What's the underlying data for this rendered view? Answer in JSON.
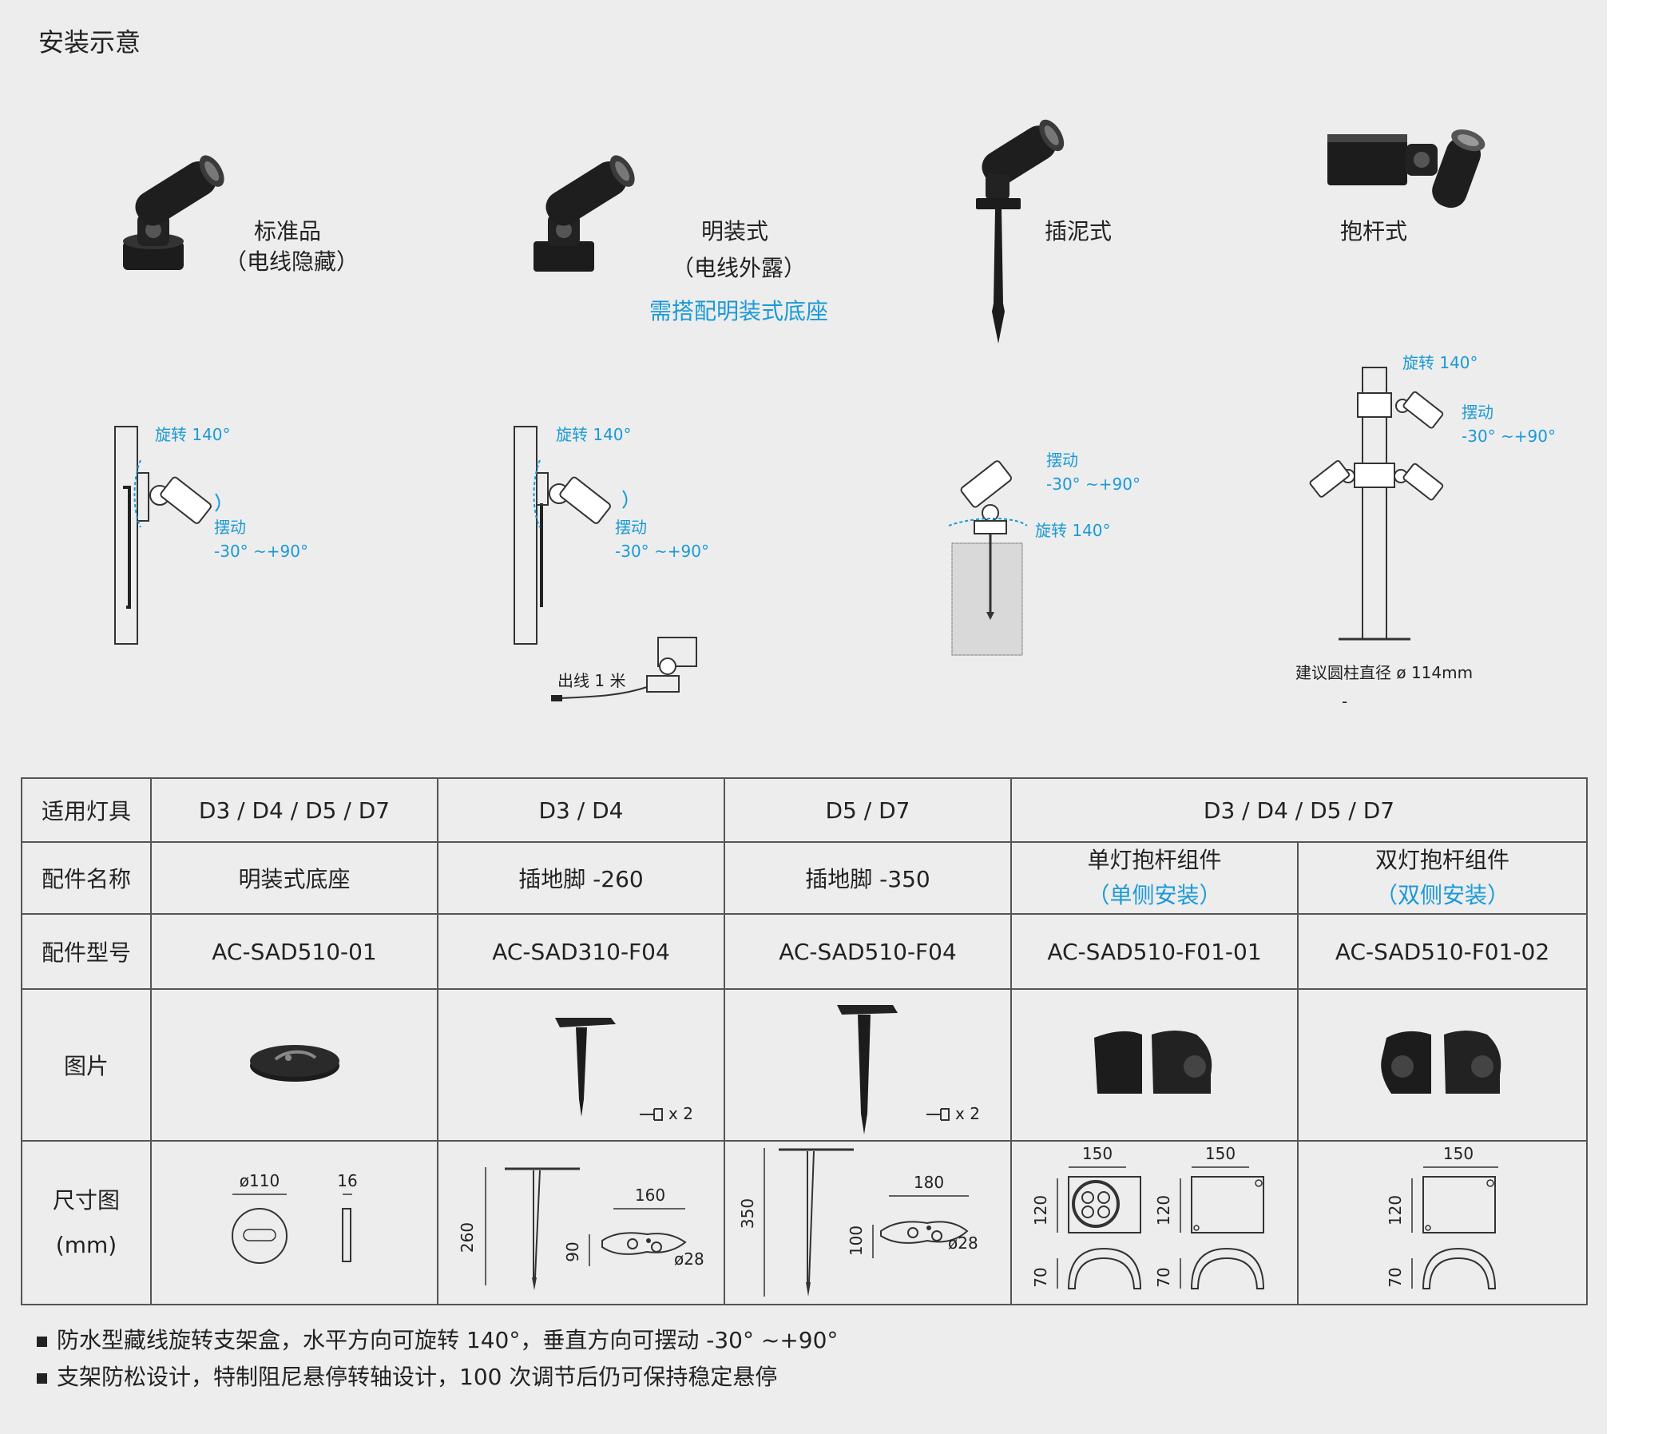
{
  "page_title": "安装示意",
  "products": [
    {
      "name": "标准品",
      "sub": "（电线隐藏）",
      "note": ""
    },
    {
      "name": "明装式",
      "sub": "（电线外露）",
      "note": "需搭配明装式底座"
    },
    {
      "name": "插泥式",
      "sub": "",
      "note": ""
    },
    {
      "name": "抱杆式",
      "sub": "",
      "note": ""
    }
  ],
  "diagram_labels": {
    "rotate": "旋转 140°",
    "swing": "摆动",
    "swing_range": "-30° ~+90°",
    "cable_out": "出线 1 米",
    "pole_dia": "建议圆柱直径 ø 114mm",
    "dash": "-"
  },
  "table": {
    "row_labels": [
      "适用灯具",
      "配件名称",
      "配件型号",
      "图片",
      "尺寸图",
      "(mm)"
    ],
    "fixtures": [
      "D3 / D4 / D5 / D7",
      "D3 / D4",
      "D5 / D7",
      "D3 / D4 / D5 / D7"
    ],
    "names": [
      {
        "name": "明装式底座",
        "sub": ""
      },
      {
        "name": "插地脚 -260",
        "sub": ""
      },
      {
        "name": "插地脚 -350",
        "sub": ""
      },
      {
        "name": "单灯抱杆组件",
        "sub": "（单侧安装）"
      },
      {
        "name": "双灯抱杆组件",
        "sub": "（双侧安装）"
      }
    ],
    "models": [
      "AC-SAD510-01",
      "AC-SAD310-F04",
      "AC-SAD510-F04",
      "AC-SAD510-F01-01",
      "AC-SAD510-F01-02"
    ],
    "screw_count": "x 2",
    "dims": {
      "base": {
        "dia": "ø110",
        "h": "16"
      },
      "stake260": {
        "len": "260",
        "plate_w": "160",
        "plate_h": "90",
        "hole": "ø28"
      },
      "stake350": {
        "len": "350",
        "plate_w": "180",
        "plate_h": "100",
        "hole": "ø28"
      },
      "single": {
        "w1": "150",
        "w2": "150",
        "h1": "120",
        "h2": "120",
        "h3": "70",
        "h4": "70"
      },
      "double": {
        "w": "150",
        "h1": "120",
        "h2": "70"
      }
    }
  },
  "bullets": [
    "防水型藏线旋转支架盒，水平方向可旋转 140°，垂直方向可摆动 -30° ~+90°",
    "支架防松设计，特制阻尼悬停转轴设计，100 次调节后仍可保持稳定悬停"
  ]
}
